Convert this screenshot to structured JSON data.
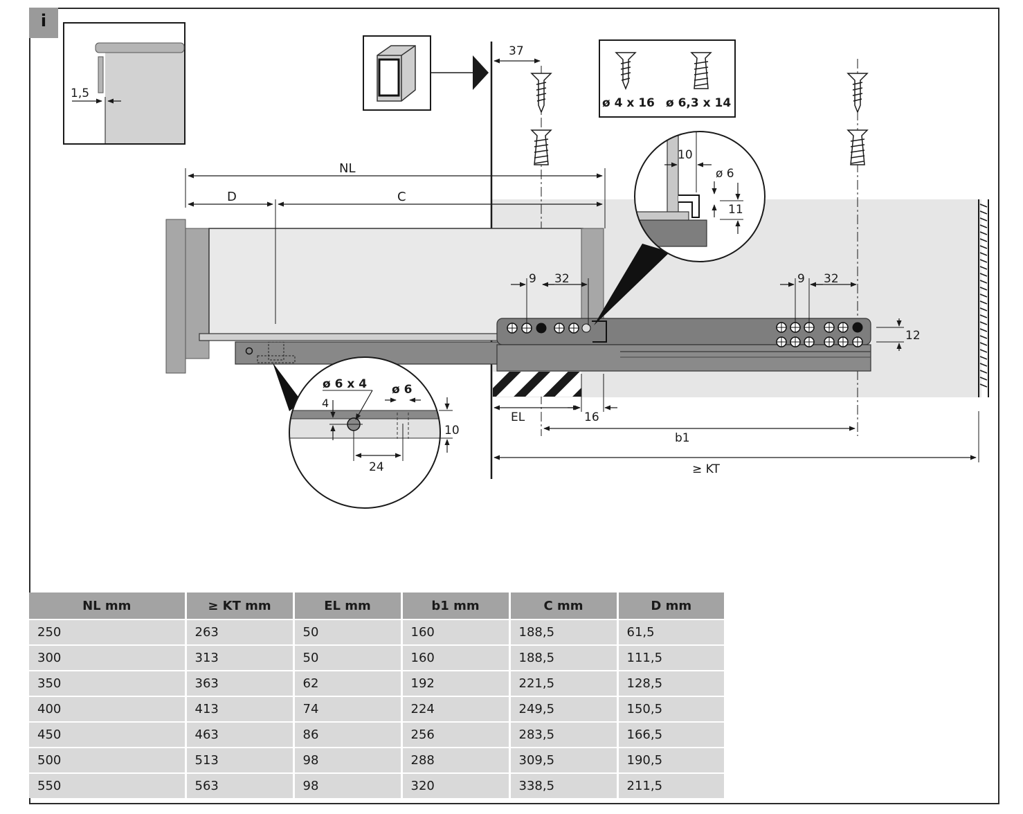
{
  "badge": "i",
  "dims": {
    "setback": "1,5",
    "front_offset": "37",
    "nl": "NL",
    "d": "D",
    "c": "C",
    "hole9_a": "9",
    "hole32_a": "32",
    "hole9_b": "9",
    "hole32_b": "32",
    "h12": "12",
    "el": "EL",
    "d16": "16",
    "b1": "b1",
    "kt": "≥ KT",
    "d10_top": "10",
    "dia6_top": "ø 6",
    "d11": "11",
    "dia6x4": "ø 6 x 4",
    "dia6_bottom": "ø 6",
    "d4": "4",
    "d10_bottom": "10",
    "d24": "24"
  },
  "screws": {
    "screw1": "ø 4 x 16",
    "screw2": "ø 6,3 x 14"
  },
  "table": {
    "headers": [
      "NL mm",
      "≥ KT mm",
      "EL mm",
      "b1 mm",
      "C mm",
      "D mm"
    ],
    "rows": [
      [
        "250",
        "263",
        "50",
        "160",
        "188,5",
        "61,5"
      ],
      [
        "300",
        "313",
        "50",
        "160",
        "188,5",
        "111,5"
      ],
      [
        "350",
        "363",
        "62",
        "192",
        "221,5",
        "128,5"
      ],
      [
        "400",
        "413",
        "74",
        "224",
        "249,5",
        "150,5"
      ],
      [
        "450",
        "463",
        "86",
        "256",
        "283,5",
        "166,5"
      ],
      [
        "500",
        "513",
        "98",
        "288",
        "309,5",
        "190,5"
      ],
      [
        "550",
        "563",
        "98",
        "320",
        "338,5",
        "211,5"
      ]
    ]
  }
}
